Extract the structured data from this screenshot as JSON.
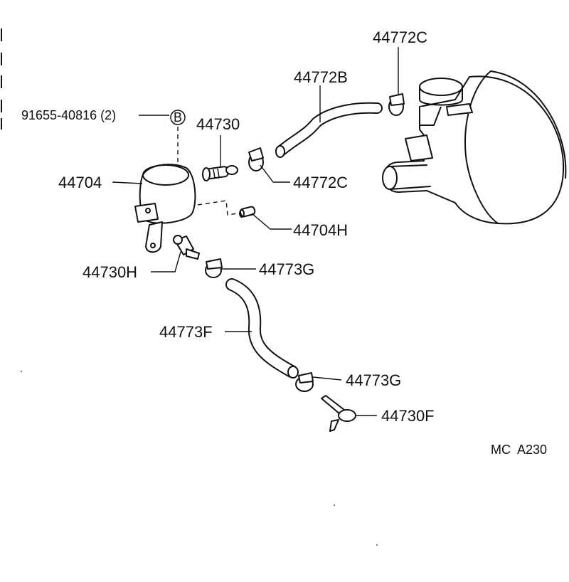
{
  "labels": {
    "hose_clamp_top": "44772C",
    "hose_upper": "44772B",
    "bolt_ref": "91655-40816 (2)",
    "bolt_marker": "B",
    "check_valve": "44730",
    "vacuum_tank": "44704",
    "hose_clamp_mid": "44772C",
    "hose_short": "44704H",
    "union": "44730H",
    "hose_clamp_lower": "44773G",
    "hose_lower": "44773F",
    "hose_clamp_bottom": "44773G",
    "union_bottom": "44730F"
  },
  "footer": {
    "code": "MC  A230"
  }
}
